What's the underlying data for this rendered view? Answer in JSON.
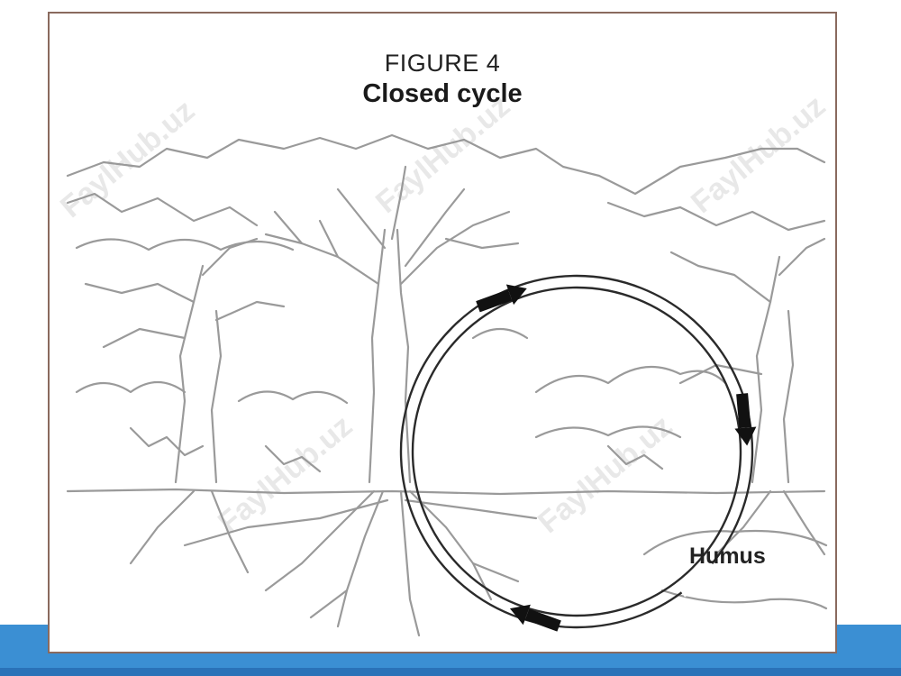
{
  "figure": {
    "label": "FIGURE 4",
    "title": "Closed cycle"
  },
  "cycle": {
    "node_label": "Humus"
  },
  "watermark": "FaylHub.uz",
  "colors": {
    "frame_border": "#8a6a5e",
    "sketch_stroke": "#9a9a9a",
    "accent_bar": "#3b8fd3"
  }
}
